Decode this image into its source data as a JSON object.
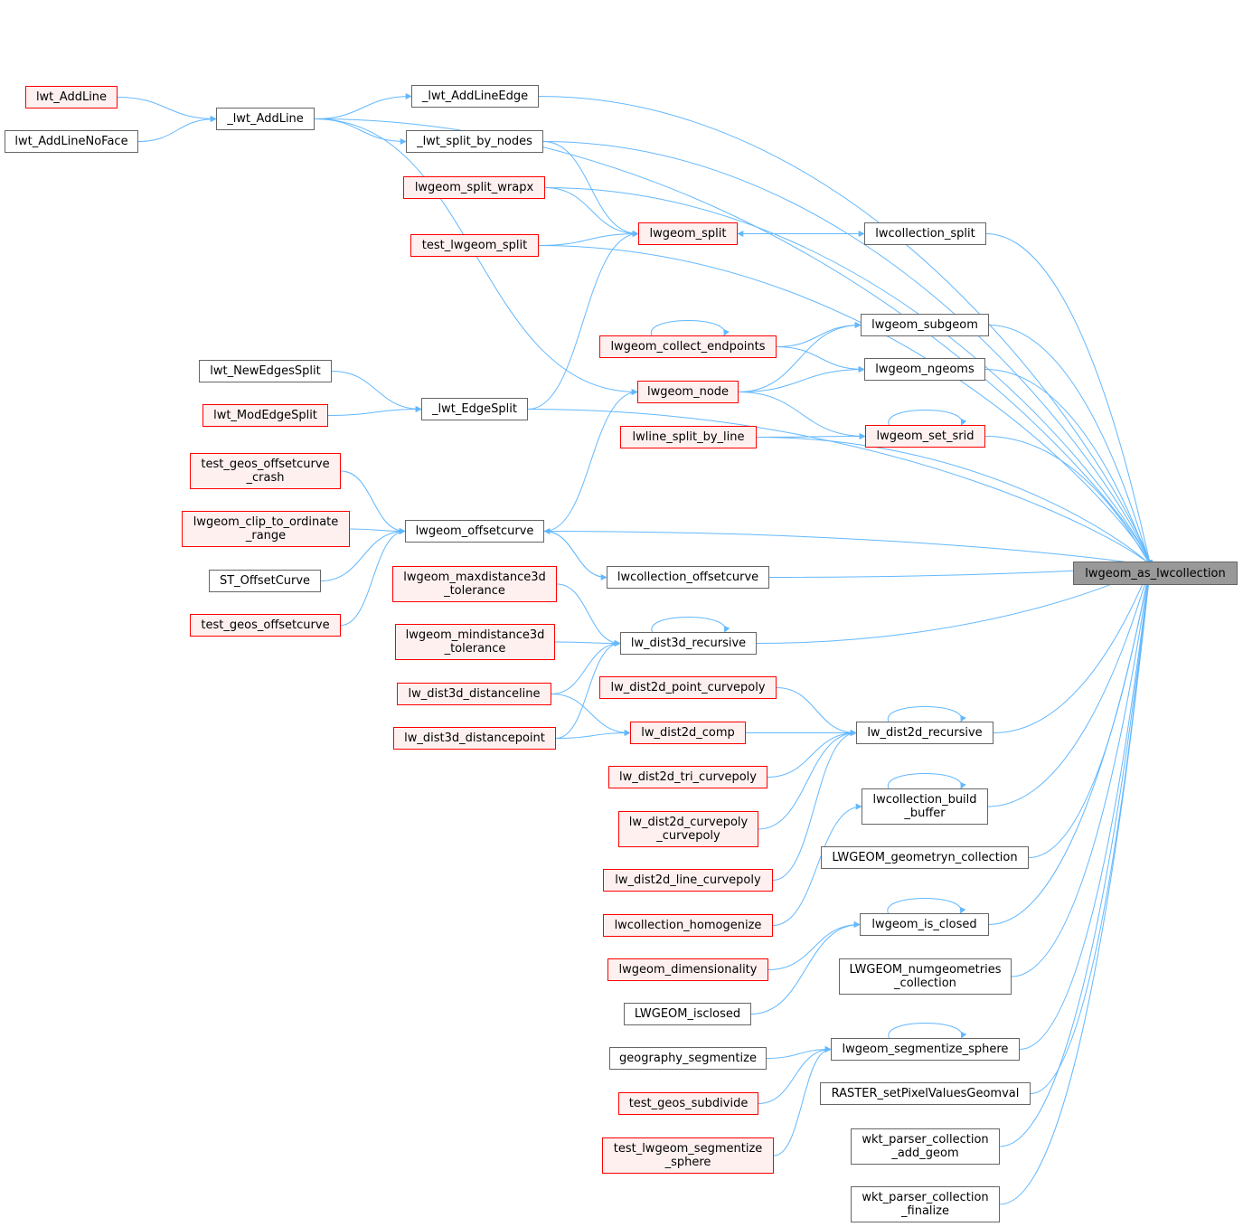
{
  "graph": {
    "root": "lwgeom_as_lwcollection",
    "edge_color": "#63b8ff",
    "node_colors": {
      "default_border": "#666666",
      "red_border": "#ff0000",
      "red_fill": "#fff0f0",
      "root_fill": "#999999"
    },
    "nodes": {
      "lwt_AddLine": {
        "lines": [
          "lwt_AddLine"
        ]
      },
      "lwt_AddLineNoFace": {
        "lines": [
          "lwt_AddLineNoFace"
        ]
      },
      "_lwt_AddLine": {
        "lines": [
          "_lwt_AddLine"
        ]
      },
      "_lwt_AddLineEdge": {
        "lines": [
          "_lwt_AddLineEdge"
        ]
      },
      "_lwt_split_by_nodes": {
        "lines": [
          "_lwt_split_by_nodes"
        ]
      },
      "lwgeom_split_wrapx": {
        "lines": [
          "lwgeom_split_wrapx"
        ]
      },
      "lwgeom_split": {
        "lines": [
          "lwgeom_split"
        ]
      },
      "lwcollection_split": {
        "lines": [
          "lwcollection_split"
        ]
      },
      "test_lwgeom_split": {
        "lines": [
          "test_lwgeom_split"
        ]
      },
      "lwgeom_collect_endpoints": {
        "lines": [
          "lwgeom_collect_endpoints"
        ]
      },
      "lwgeom_subgeom": {
        "lines": [
          "lwgeom_subgeom"
        ]
      },
      "lwt_NewEdgesSplit": {
        "lines": [
          "lwt_NewEdgesSplit"
        ]
      },
      "lwgeom_ngeoms": {
        "lines": [
          "lwgeom_ngeoms"
        ]
      },
      "lwgeom_node": {
        "lines": [
          "lwgeom_node"
        ]
      },
      "_lwt_EdgeSplit": {
        "lines": [
          "_lwt_EdgeSplit"
        ]
      },
      "lwt_ModEdgeSplit": {
        "lines": [
          "lwt_ModEdgeSplit"
        ]
      },
      "lwgeom_set_srid": {
        "lines": [
          "lwgeom_set_srid"
        ]
      },
      "lwline_split_by_line": {
        "lines": [
          "lwline_split_by_line"
        ]
      },
      "test_geos_offsetcurve_crash": {
        "lines": [
          "test_geos_offsetcurve",
          "_crash"
        ]
      },
      "lwgeom_clip_to_ordinate_range": {
        "lines": [
          "lwgeom_clip_to_ordinate",
          "_range"
        ]
      },
      "lwgeom_offsetcurve": {
        "lines": [
          "lwgeom_offsetcurve"
        ]
      },
      "ST_OffsetCurve": {
        "lines": [
          "ST_OffsetCurve"
        ]
      },
      "lwcollection_offsetcurve": {
        "lines": [
          "lwcollection_offsetcurve"
        ]
      },
      "lwgeom_as_lwcollection": {
        "lines": [
          "lwgeom_as_lwcollection"
        ]
      },
      "lwgeom_maxdistance3d_tolerance": {
        "lines": [
          "lwgeom_maxdistance3d",
          "_tolerance"
        ]
      },
      "test_geos_offsetcurve": {
        "lines": [
          "test_geos_offsetcurve"
        ]
      },
      "lw_dist3d_recursive": {
        "lines": [
          "lw_dist3d_recursive"
        ]
      },
      "lwgeom_mindistance3d_tolerance": {
        "lines": [
          "lwgeom_mindistance3d",
          "_tolerance"
        ]
      },
      "lw_dist3d_distanceline": {
        "lines": [
          "lw_dist3d_distanceline"
        ]
      },
      "lw_dist2d_point_curvepoly": {
        "lines": [
          "lw_dist2d_point_curvepoly"
        ]
      },
      "lw_dist2d_comp": {
        "lines": [
          "lw_dist2d_comp"
        ]
      },
      "lw_dist2d_recursive": {
        "lines": [
          "lw_dist2d_recursive"
        ]
      },
      "lw_dist3d_distancepoint": {
        "lines": [
          "lw_dist3d_distancepoint"
        ]
      },
      "lw_dist2d_tri_curvepoly": {
        "lines": [
          "lw_dist2d_tri_curvepoly"
        ]
      },
      "lwcollection_build_buffer": {
        "lines": [
          "lwcollection_build",
          "_buffer"
        ]
      },
      "lw_dist2d_curvepoly_curvepoly": {
        "lines": [
          "lw_dist2d_curvepoly",
          "_curvepoly"
        ]
      },
      "LWGEOM_geometryn_collection": {
        "lines": [
          "LWGEOM_geometryn_collection"
        ]
      },
      "lw_dist2d_line_curvepoly": {
        "lines": [
          "lw_dist2d_line_curvepoly"
        ]
      },
      "lwcollection_homogenize": {
        "lines": [
          "lwcollection_homogenize"
        ]
      },
      "lwgeom_is_closed": {
        "lines": [
          "lwgeom_is_closed"
        ]
      },
      "lwgeom_dimensionality": {
        "lines": [
          "lwgeom_dimensionality"
        ]
      },
      "LWGEOM_numgeometries_collection": {
        "lines": [
          "LWGEOM_numgeometries",
          "_collection"
        ]
      },
      "LWGEOM_isclosed": {
        "lines": [
          "LWGEOM_isclosed"
        ]
      },
      "lwgeom_segmentize_sphere": {
        "lines": [
          "lwgeom_segmentize_sphere"
        ]
      },
      "geography_segmentize": {
        "lines": [
          "geography_segmentize"
        ]
      },
      "test_geos_subdivide": {
        "lines": [
          "test_geos_subdivide"
        ]
      },
      "RASTER_setPixelValuesGeomval": {
        "lines": [
          "RASTER_setPixelValuesGeomval"
        ]
      },
      "test_lwgeom_segmentize_sphere": {
        "lines": [
          "test_lwgeom_segmentize",
          "_sphere"
        ]
      },
      "wkt_parser_collection_add_geom": {
        "lines": [
          "wkt_parser_collection",
          "_add_geom"
        ]
      },
      "wkt_parser_collection_finalize": {
        "lines": [
          "wkt_parser_collection",
          "_finalize"
        ]
      }
    },
    "edges": [
      [
        "lwt_AddLine",
        "_lwt_AddLine"
      ],
      [
        "lwt_AddLineNoFace",
        "_lwt_AddLine"
      ],
      [
        "_lwt_AddLine",
        "lwgeom_as_lwcollection"
      ],
      [
        "_lwt_AddLine",
        "_lwt_AddLineEdge"
      ],
      [
        "_lwt_AddLine",
        "_lwt_split_by_nodes"
      ],
      [
        "_lwt_AddLine",
        "lwgeom_node"
      ],
      [
        "_lwt_AddLineEdge",
        "lwgeom_as_lwcollection"
      ],
      [
        "_lwt_split_by_nodes",
        "lwgeom_as_lwcollection"
      ],
      [
        "_lwt_split_by_nodes",
        "lwgeom_split"
      ],
      [
        "lwgeom_split_wrapx",
        "lwgeom_as_lwcollection"
      ],
      [
        "lwgeom_split_wrapx",
        "lwgeom_split"
      ],
      [
        "lwgeom_split",
        "lwcollection_split"
      ],
      [
        "lwcollection_split",
        "lwgeom_split"
      ],
      [
        "lwcollection_split",
        "lwgeom_as_lwcollection"
      ],
      [
        "test_lwgeom_split",
        "lwgeom_split"
      ],
      [
        "test_lwgeom_split",
        "lwgeom_as_lwcollection"
      ],
      [
        "_lwt_EdgeSplit",
        "lwgeom_split"
      ],
      [
        "_lwt_EdgeSplit",
        "lwgeom_as_lwcollection"
      ],
      [
        "lwt_NewEdgesSplit",
        "_lwt_EdgeSplit"
      ],
      [
        "lwt_ModEdgeSplit",
        "_lwt_EdgeSplit"
      ],
      [
        "lwgeom_collect_endpoints",
        "lwgeom_collect_endpoints"
      ],
      [
        "lwgeom_collect_endpoints",
        "lwgeom_subgeom"
      ],
      [
        "lwgeom_collect_endpoints",
        "lwgeom_ngeoms"
      ],
      [
        "lwgeom_node",
        "lwgeom_subgeom"
      ],
      [
        "lwgeom_node",
        "lwgeom_ngeoms"
      ],
      [
        "lwgeom_node",
        "lwgeom_set_srid"
      ],
      [
        "lwgeom_subgeom",
        "lwgeom_as_lwcollection"
      ],
      [
        "lwgeom_ngeoms",
        "lwgeom_as_lwcollection"
      ],
      [
        "lwgeom_set_srid",
        "lwgeom_set_srid"
      ],
      [
        "lwgeom_set_srid",
        "lwgeom_as_lwcollection"
      ],
      [
        "lwline_split_by_line",
        "lwgeom_set_srid"
      ],
      [
        "lwline_split_by_line",
        "lwgeom_as_lwcollection"
      ],
      [
        "lwgeom_offsetcurve",
        "lwgeom_node"
      ],
      [
        "lwgeom_offsetcurve",
        "lwgeom_as_lwcollection"
      ],
      [
        "lwgeom_offsetcurve",
        "lwcollection_offsetcurve"
      ],
      [
        "lwcollection_offsetcurve",
        "lwgeom_offsetcurve"
      ],
      [
        "lwcollection_offsetcurve",
        "lwgeom_as_lwcollection"
      ],
      [
        "test_geos_offsetcurve_crash",
        "lwgeom_offsetcurve"
      ],
      [
        "lwgeom_clip_to_ordinate_range",
        "lwgeom_offsetcurve"
      ],
      [
        "ST_OffsetCurve",
        "lwgeom_offsetcurve"
      ],
      [
        "test_geos_offsetcurve",
        "lwgeom_offsetcurve"
      ],
      [
        "lwgeom_maxdistance3d_tolerance",
        "lw_dist3d_recursive"
      ],
      [
        "lwgeom_mindistance3d_tolerance",
        "lw_dist3d_recursive"
      ],
      [
        "lw_dist3d_distanceline",
        "lw_dist3d_recursive"
      ],
      [
        "lw_dist3d_distancepoint",
        "lw_dist3d_recursive"
      ],
      [
        "lw_dist3d_recursive",
        "lw_dist3d_recursive"
      ],
      [
        "lw_dist3d_recursive",
        "lwgeom_as_lwcollection"
      ],
      [
        "lw_dist3d_distanceline",
        "lw_dist2d_comp"
      ],
      [
        "lw_dist3d_distancepoint",
        "lw_dist2d_comp"
      ],
      [
        "lw_dist2d_point_curvepoly",
        "lw_dist2d_recursive"
      ],
      [
        "lw_dist2d_comp",
        "lw_dist2d_recursive"
      ],
      [
        "lw_dist2d_tri_curvepoly",
        "lw_dist2d_recursive"
      ],
      [
        "lw_dist2d_curvepoly_curvepoly",
        "lw_dist2d_recursive"
      ],
      [
        "lw_dist2d_line_curvepoly",
        "lw_dist2d_recursive"
      ],
      [
        "lw_dist2d_recursive",
        "lw_dist2d_recursive"
      ],
      [
        "lw_dist2d_recursive",
        "lwgeom_as_lwcollection"
      ],
      [
        "lwcollection_homogenize",
        "lwcollection_build_buffer"
      ],
      [
        "lwcollection_build_buffer",
        "lwcollection_build_buffer"
      ],
      [
        "lwcollection_build_buffer",
        "lwgeom_as_lwcollection"
      ],
      [
        "LWGEOM_geometryn_collection",
        "lwgeom_as_lwcollection"
      ],
      [
        "lwgeom_dimensionality",
        "lwgeom_is_closed"
      ],
      [
        "LWGEOM_isclosed",
        "lwgeom_is_closed"
      ],
      [
        "lwgeom_is_closed",
        "lwgeom_is_closed"
      ],
      [
        "lwgeom_is_closed",
        "lwgeom_as_lwcollection"
      ],
      [
        "LWGEOM_numgeometries_collection",
        "lwgeom_as_lwcollection"
      ],
      [
        "geography_segmentize",
        "lwgeom_segmentize_sphere"
      ],
      [
        "test_geos_subdivide",
        "lwgeom_segmentize_sphere"
      ],
      [
        "test_lwgeom_segmentize_sphere",
        "lwgeom_segmentize_sphere"
      ],
      [
        "lwgeom_segmentize_sphere",
        "lwgeom_segmentize_sphere"
      ],
      [
        "lwgeom_segmentize_sphere",
        "lwgeom_as_lwcollection"
      ],
      [
        "RASTER_setPixelValuesGeomval",
        "lwgeom_as_lwcollection"
      ],
      [
        "wkt_parser_collection_add_geom",
        "lwgeom_as_lwcollection"
      ],
      [
        "wkt_parser_collection_finalize",
        "lwgeom_as_lwcollection"
      ]
    ]
  }
}
